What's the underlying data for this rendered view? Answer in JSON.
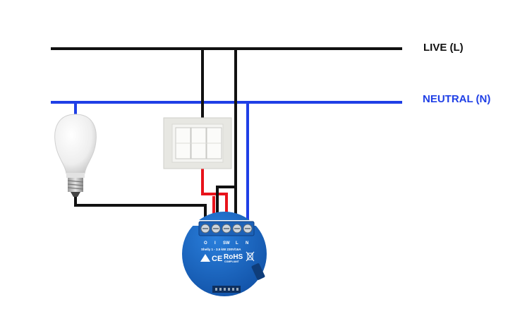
{
  "labels": {
    "live": "LIVE (L)",
    "neutral": "NEUTRAL (N)"
  },
  "device": {
    "terminals": [
      "O",
      "I",
      "SW",
      "L",
      "N"
    ],
    "spec_text": "Shelly 1 - 3.5 kW 230V/16A",
    "ce_mark": "CE",
    "rohs": "RoHS",
    "rohs_sub": "COMPLIANT"
  },
  "colors": {
    "live_wire": "#111111",
    "neutral_wire": "#1f3fe6",
    "switched_wire": "#e8131b",
    "device_body": "#1565c0",
    "neutral_label": "#1f3fe6",
    "live_label": "#111111"
  },
  "icons": {
    "bulb": "light-bulb-icon",
    "switch": "wall-switch-icon",
    "device": "relay-module-icon"
  }
}
